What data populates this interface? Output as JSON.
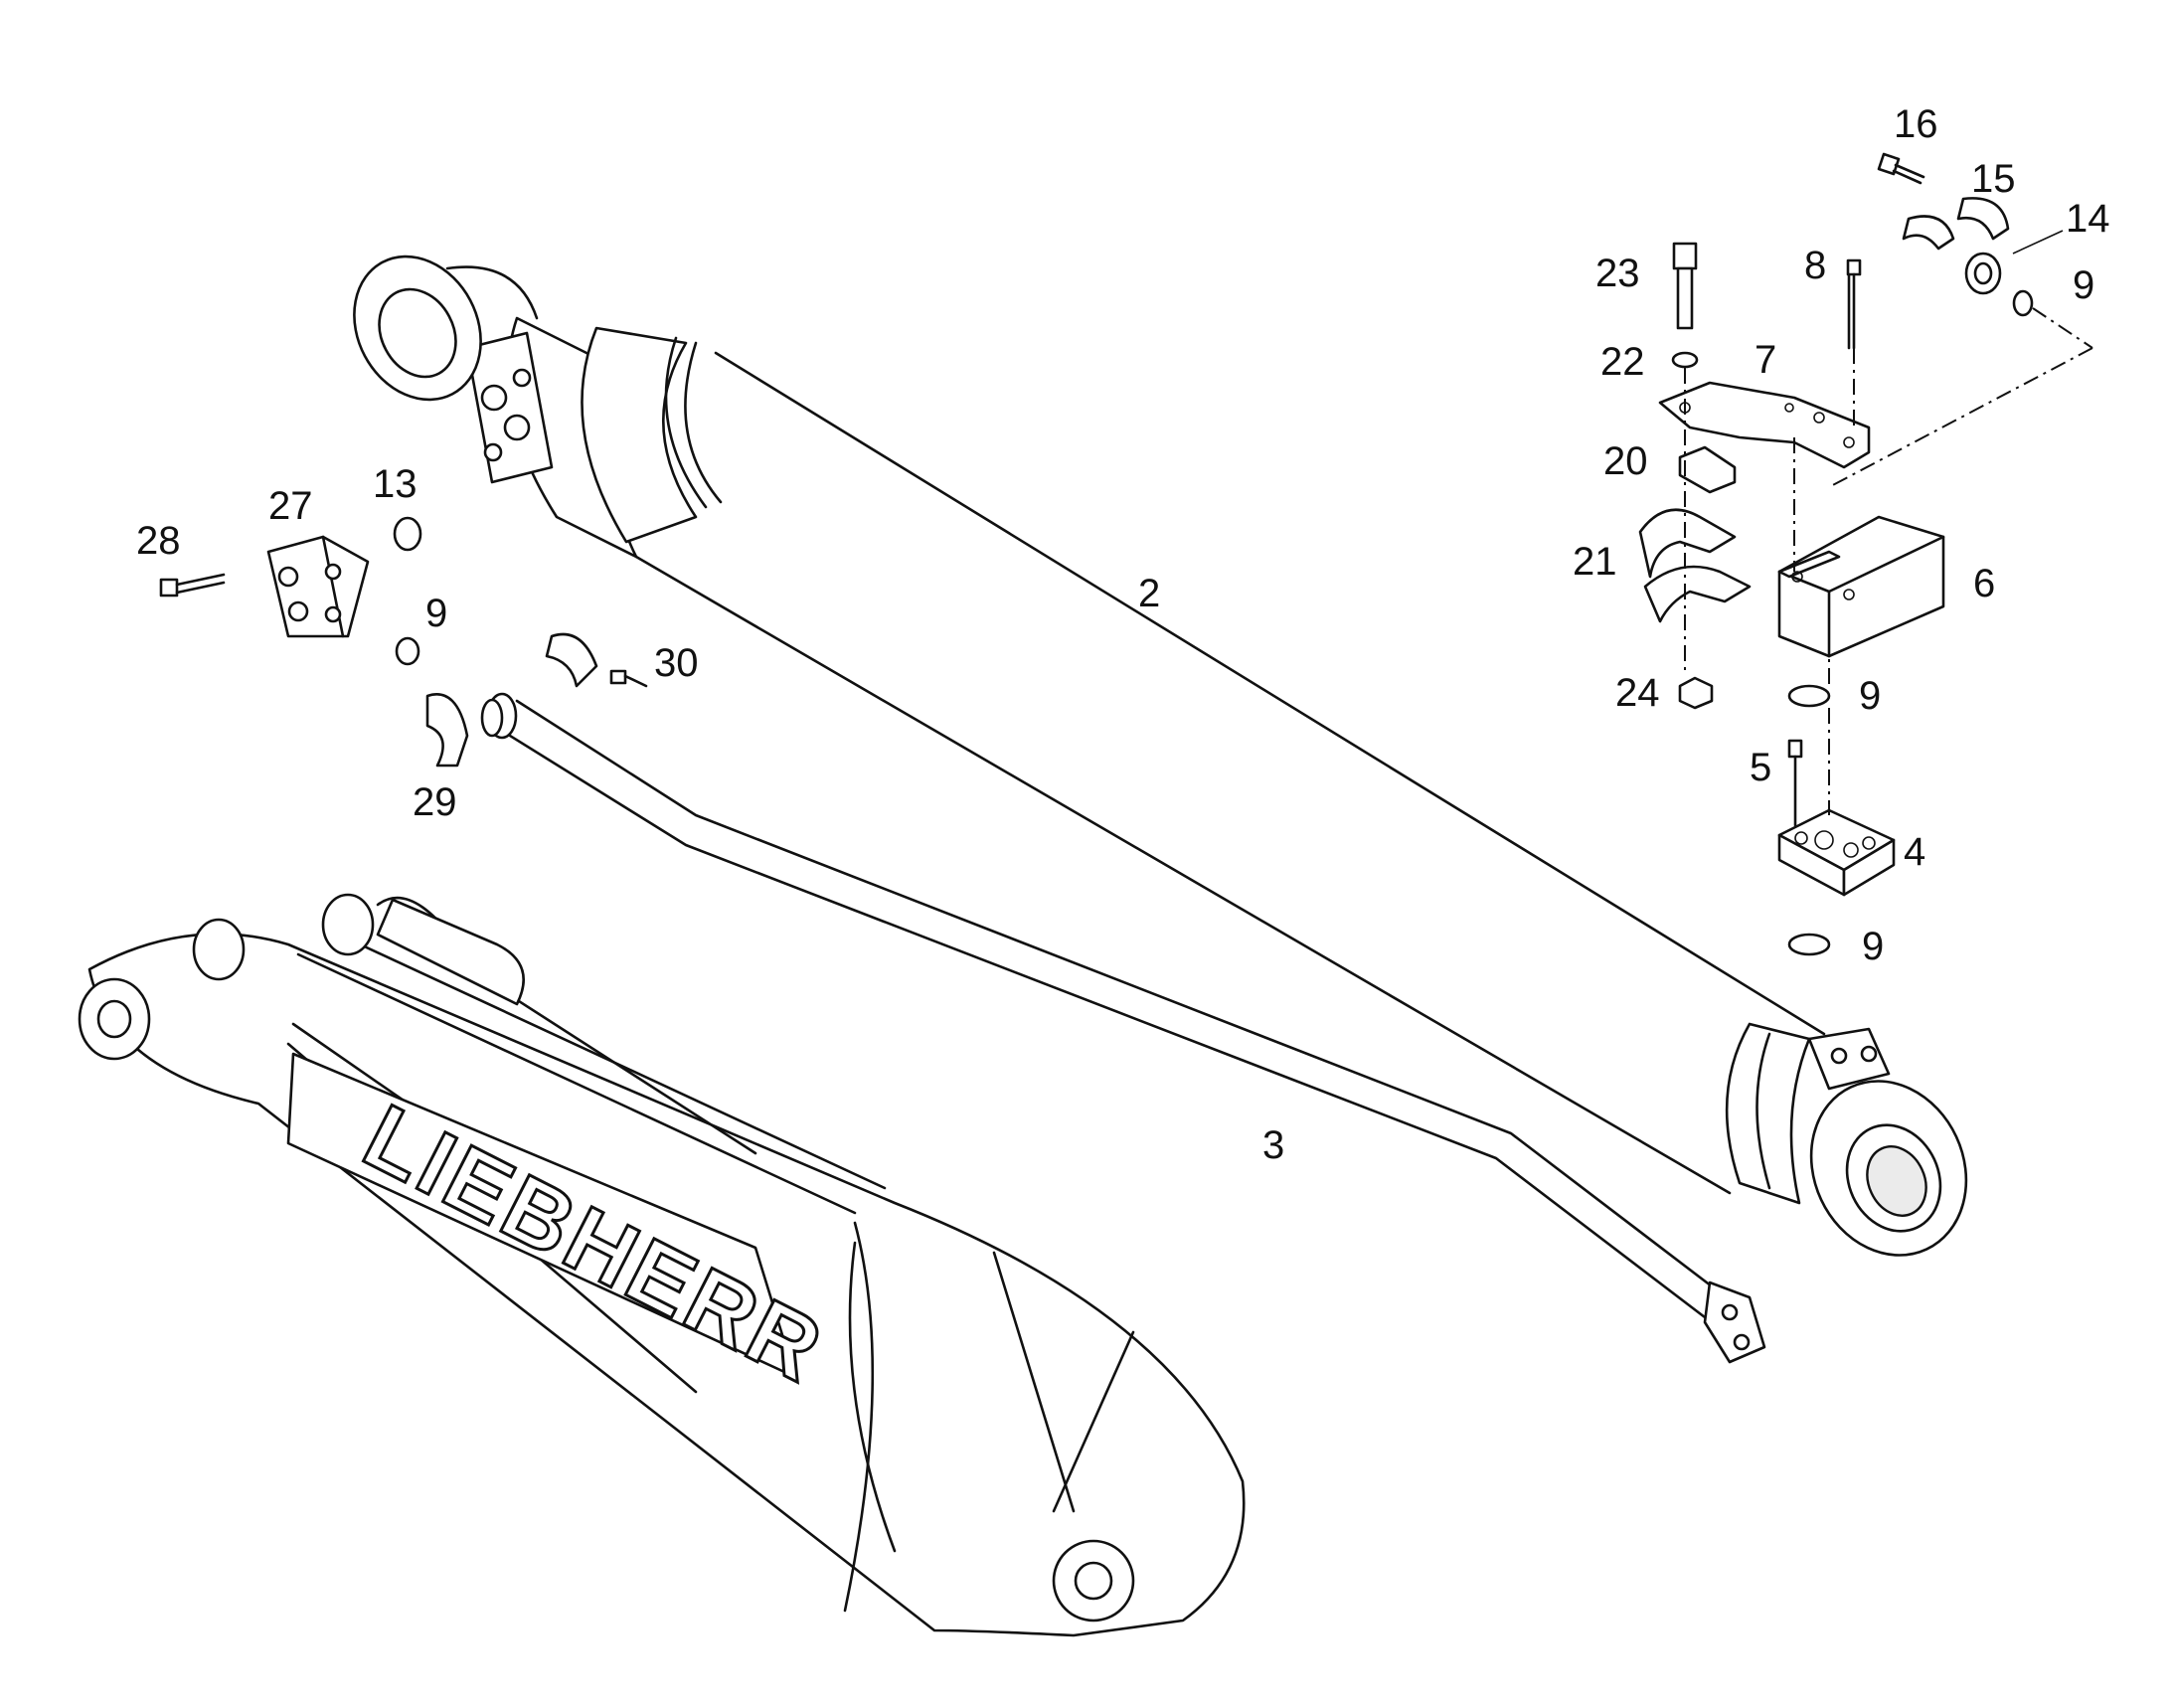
{
  "diagram": {
    "callouts": [
      {
        "id": "c2",
        "text": "2"
      },
      {
        "id": "c3",
        "text": "3"
      },
      {
        "id": "c4",
        "text": "4"
      },
      {
        "id": "c5",
        "text": "5"
      },
      {
        "id": "c6",
        "text": "6"
      },
      {
        "id": "c7",
        "text": "7"
      },
      {
        "id": "c8",
        "text": "8"
      },
      {
        "id": "c9a",
        "text": "9"
      },
      {
        "id": "c9b",
        "text": "9"
      },
      {
        "id": "c9c",
        "text": "9"
      },
      {
        "id": "c9d",
        "text": "9"
      },
      {
        "id": "c13",
        "text": "13"
      },
      {
        "id": "c14",
        "text": "14"
      },
      {
        "id": "c15",
        "text": "15"
      },
      {
        "id": "c16",
        "text": "16"
      },
      {
        "id": "c20",
        "text": "20"
      },
      {
        "id": "c21",
        "text": "21"
      },
      {
        "id": "c22",
        "text": "22"
      },
      {
        "id": "c23",
        "text": "23"
      },
      {
        "id": "c24",
        "text": "24"
      },
      {
        "id": "c27",
        "text": "27"
      },
      {
        "id": "c28",
        "text": "28"
      },
      {
        "id": "c29",
        "text": "29"
      },
      {
        "id": "c30",
        "text": "30"
      }
    ],
    "brand_text": "LIEBHERR"
  }
}
